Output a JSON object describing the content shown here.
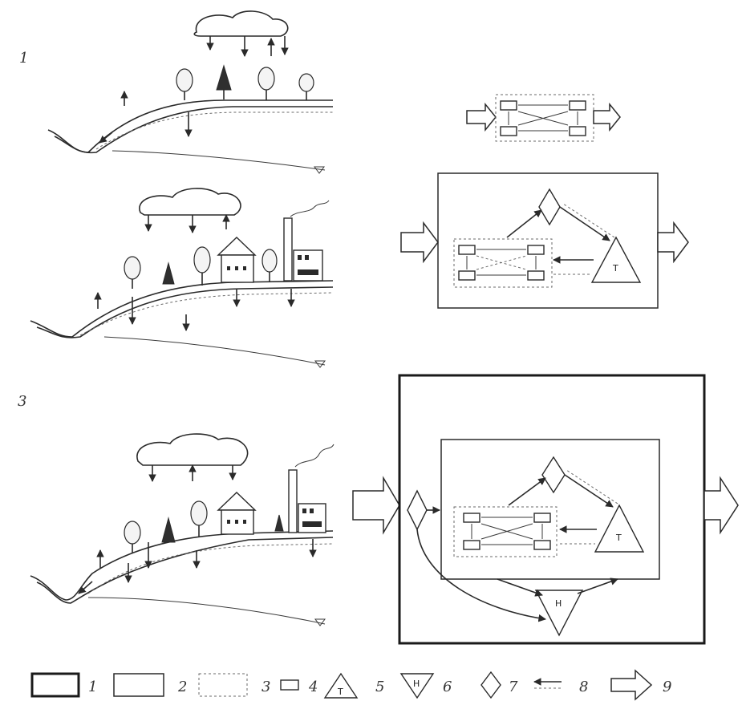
{
  "symbols": {
    "technogenic": "T",
    "human": "H",
    "stage_1": "1",
    "stage_3": "3"
  },
  "legend": [
    "1",
    "2",
    "3",
    "4",
    "5",
    "6",
    "7",
    "8",
    "9"
  ],
  "colors": {
    "ink": "#2a2a2a",
    "paper": "#ffffff"
  }
}
